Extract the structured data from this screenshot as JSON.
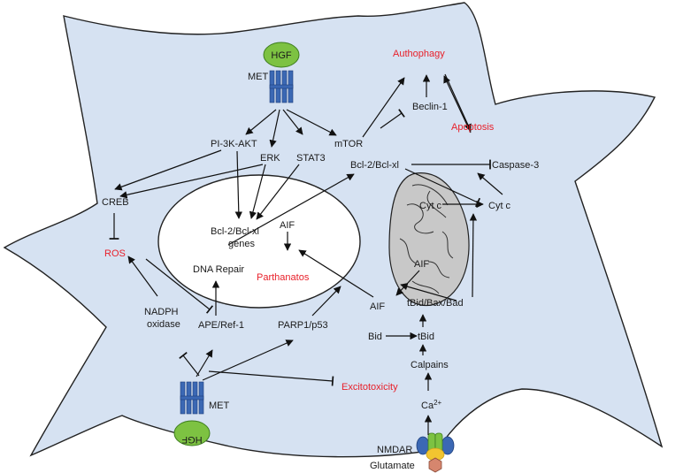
{
  "colors": {
    "cell_fill": "#d6e2f2",
    "nucleus_fill": "#ffffff",
    "mito_fill": "#c8c8c8",
    "hgf_fill": "#7dc242",
    "receptor_fill": "#3b68b4",
    "highlight_text": "#e8202a"
  },
  "labels": {
    "hgf_top": "HGF",
    "met_top": "MET",
    "pi3k_akt": "PI-3K-AKT",
    "erk": "ERK",
    "stat3": "STAT3",
    "mtor": "mTOR",
    "creb": "CREB",
    "ros": "ROS",
    "bcl_genes_1": "Bcl-2/Bcl-xl",
    "bcl_genes_2": "genes",
    "dna_repair": "DNA Repair",
    "aif_nucleus": "AIF",
    "parthanatos": "Parthanatos",
    "nadph_1": "NADPH",
    "nadph_2": "oxidase",
    "ape": "APE/Ref-1",
    "parp": "PARP1/p53",
    "autophagy": "Authophagy",
    "beclin": "Beclin-1",
    "apoptosis": "Apoptosis",
    "bcl_cyto": "Bcl-2/Bcl-xl",
    "caspase3": "Caspase-3",
    "cytc_mito": "Cyt c",
    "cytc_out": "Cyt c",
    "aif_mito": "AIF",
    "aif_cyto": "AIF",
    "tbid_bax": "tBid/Bax/Bad",
    "bid": "Bid",
    "tbid": "tBid",
    "calpains": "Calpains",
    "ca": "Ca",
    "ca_sup": "2+",
    "excitotoxicity": "Excitotoxicity",
    "met_bottom": "MET",
    "hgf_bottom": "HGF",
    "nmdar": "NMDAR",
    "glutamate": "Glutamate"
  }
}
